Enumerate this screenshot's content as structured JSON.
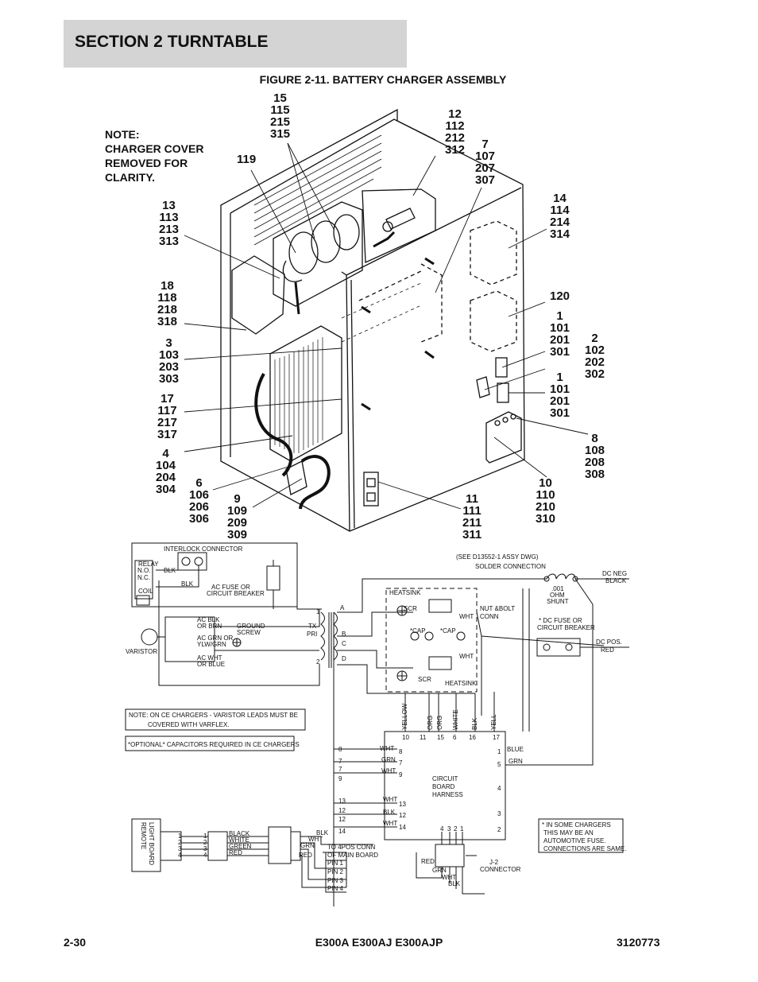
{
  "header": {
    "section_title": "SECTION 2   TURNTABLE"
  },
  "figure": {
    "title": "FIGURE 2-11. BATTERY CHARGER ASSEMBLY"
  },
  "note": {
    "lines": [
      "NOTE:",
      "CHARGER COVER",
      "REMOVED FOR",
      "CLARITY."
    ]
  },
  "callouts": [
    {
      "id": "c15",
      "text": "15\n115\n215\n315"
    },
    {
      "id": "c12",
      "text": "12\n112\n212\n312"
    },
    {
      "id": "c7",
      "text": "7\n107\n207\n307"
    },
    {
      "id": "c119",
      "text": "119"
    },
    {
      "id": "c13",
      "text": "13\n113\n213\n313"
    },
    {
      "id": "c14",
      "text": "14\n114\n214\n314"
    },
    {
      "id": "c18",
      "text": "18\n118\n218\n318"
    },
    {
      "id": "c120",
      "text": "120"
    },
    {
      "id": "c1a",
      "text": "1\n101\n201\n301"
    },
    {
      "id": "c3",
      "text": "3\n103\n203\n303"
    },
    {
      "id": "c2",
      "text": "2\n102\n202\n302"
    },
    {
      "id": "c1b",
      "text": "1\n101\n201\n301"
    },
    {
      "id": "c17",
      "text": "17\n117\n217\n317"
    },
    {
      "id": "c8",
      "text": "8\n108\n208\n308"
    },
    {
      "id": "c4",
      "text": "4\n104\n204\n304"
    },
    {
      "id": "c6",
      "text": "6\n106\n206\n306"
    },
    {
      "id": "c9",
      "text": "9\n109\n209\n309"
    },
    {
      "id": "c11",
      "text": "11\n111\n211\n311"
    },
    {
      "id": "c10",
      "text": "10\n110\n210\n310"
    }
  ],
  "schematic": {
    "interlock_connector": "INTERLOCK CONNECTOR",
    "relay": "RELAY",
    "no_contact": "N.O.",
    "nc_contact": "N.C.",
    "coil": "COIL",
    "blk1": "BLK",
    "blk2": "BLK",
    "ac_fuse": "AC FUSE OR",
    "circuit_breaker": "CIRCUIT BREAKER",
    "ac_blk": "AC BLK",
    "or_brn": "OR BRN",
    "ground": "GROUND",
    "screw": "SCREW",
    "ac_grn": "AC GRN OR",
    "ylw_grn": "YLW/GRN",
    "ac_wht": "AC WHT",
    "or_blue": "OR BLUE",
    "varistor": "VARISTOR",
    "tx": "TX",
    "pri": "PRI",
    "pri1": "1",
    "pri2": "2",
    "sec_a": "A",
    "sec_b": "B",
    "sec_c": "C",
    "sec_d": "D",
    "see_dwg": "(SEE D13552-1 ASSY DWG)",
    "solder_conn": "SOLDER CONNECTION",
    "heatsink1": "HEATSINK",
    "heatsink2": "HEATSINK",
    "scr1": "SCR",
    "scr2": "SCR",
    "wht1": "WHT",
    "wht2": "WHT",
    "cap1": "*CAP",
    "cap2": "*CAP",
    "nut_bolt": "NUT &BOLT",
    "conn": "CONN",
    "shunt_value": ".001",
    "ohm": "OHM",
    "shunt": "SHUNT",
    "dc_neg": "DC NEG",
    "black": "BLACK",
    "dc_fuse": "* DC FUSE OR",
    "dc_breaker": "CIRCUIT BREAKER",
    "dc_pos": "DC POS.",
    "red": "RED",
    "note_ce_1": "NOTE:  ON CE CHARGERS - VARISTOR LEADS MUST BE",
    "note_ce_2": "COVERED WITH VARFLEX.",
    "note_cap": "*OPTIONAL* CAPACITORS REQUIRED IN CE CHARGERS",
    "wire_yellow": "YELLOW",
    "wire_org1": "ORG",
    "wire_org2": "ORG",
    "wire_white": "WHITE",
    "wire_blk": "BLK",
    "wire_yell": "YELL",
    "pin10": "10",
    "pin11": "11",
    "pin15": "15",
    "pin6": "6",
    "pin16": "16",
    "pin17": "17",
    "pin1": "1",
    "pin5": "5",
    "pin4": "4",
    "pin3": "3",
    "pin2": "2",
    "blue": "BLUE",
    "grn_r": "GRN",
    "circuit": "CIRCUIT",
    "board": "BOARD",
    "harness": "HARNESS",
    "left8": "8",
    "left7a": "7",
    "left7b": "7",
    "left9": "9",
    "left13": "13",
    "left12a": "12",
    "left12b": "12",
    "left14": "14",
    "wht_l1": "WHT",
    "grn_l1": "GRN",
    "wht_l2": "WHT",
    "wht_l3": "WHT",
    "blk_l1": "BLK",
    "wht_l4": "WHT",
    "hp8": "8",
    "hp7": "7",
    "hp9": "9",
    "hp13": "13",
    "hp12": "12",
    "hp14": "14",
    "in_some_1": "* IN SOME CHARGERS",
    "in_some_2": "THIS MAY BE AN",
    "in_some_3": "AUTOMOTIVE FUSE.",
    "in_some_4": "CONNECTIONS ARE SAME.",
    "remote_1": "REMOTE",
    "remote_2": "LIGHT BOARD",
    "rl1": "1",
    "rl2": "2",
    "rl3": "3",
    "rl4": "4",
    "rr1": "1",
    "rr2": "2",
    "rr3": "3",
    "rr4": "4",
    "black_w": "BLACK",
    "white_w": "WHITE",
    "green_w": "GREEN",
    "red_w": "RED",
    "blk_c": "BLK",
    "wht_c": "WHT",
    "grn_c": "GRN",
    "red_c": "RED",
    "to_4pos": "TO 4POS CONN",
    "of_main": "OF MAIN BOARD",
    "pin_1": "PIN 1",
    "pin_2": "PIN 2",
    "pin_3": "PIN 3",
    "pin_4": "PIN 4",
    "j4": "4",
    "j3": "3",
    "j2": "2",
    "j1": "1",
    "j_red": "RED",
    "j_grn": "GRN",
    "j_wht": "WHT",
    "j_blk": "BLK",
    "j2_label": "J-2",
    "j2_connector": "CONNECTOR"
  },
  "footer": {
    "page": "2-30",
    "models": "E300A E300AJ E300AJP",
    "doc": "3120773"
  }
}
